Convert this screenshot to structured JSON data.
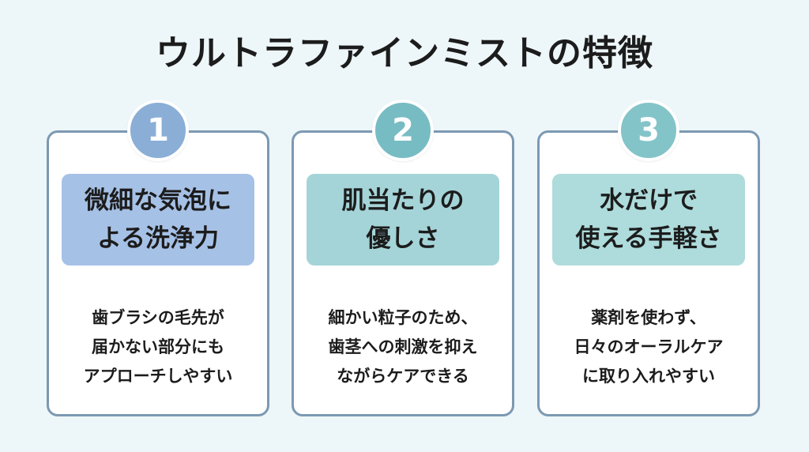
{
  "title": "ウルトラファインミストの特徴",
  "colors": {
    "background": "#edf6f9",
    "card_border": "#7c99b2",
    "badge_1": "#8aaed6",
    "badge_2": "#78bcc3",
    "badge_3": "#83c4c9",
    "heading_bg_1": "#a6c1e6",
    "heading_bg_2": "#a4d4d8",
    "heading_bg_3": "#aedbdb"
  },
  "features": [
    {
      "number": "1",
      "heading": [
        "微細な気泡に",
        "よる洗浄力"
      ],
      "description": [
        "歯ブラシの毛先が",
        "届かない部分にも",
        "アプローチしやすい"
      ]
    },
    {
      "number": "2",
      "heading": [
        "肌当たりの",
        "優しさ"
      ],
      "description": [
        "細かい粒子のため、",
        "歯茎への刺激を抑え",
        "ながらケアできる"
      ]
    },
    {
      "number": "3",
      "heading": [
        "水だけで",
        "使える手軽さ"
      ],
      "description": [
        "薬剤を使わず、",
        "日々のオーラルケア",
        "に取り入れやすい"
      ]
    }
  ]
}
